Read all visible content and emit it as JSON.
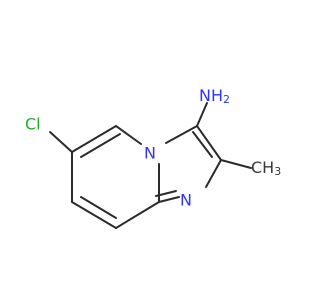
{
  "molecule": {
    "atoms": {
      "chlorine": "Cl",
      "amine_n": "NH",
      "amine_sub": "2",
      "bridge_n": "N",
      "ring_n": "N",
      "methyl_c": "CH",
      "methyl_sub": "3"
    },
    "colors": {
      "chlorine": "#1fb02a",
      "nitrogen": "#2f35ff",
      "carbon": "#3a3a3a",
      "bond": "#2b2b2b"
    }
  }
}
